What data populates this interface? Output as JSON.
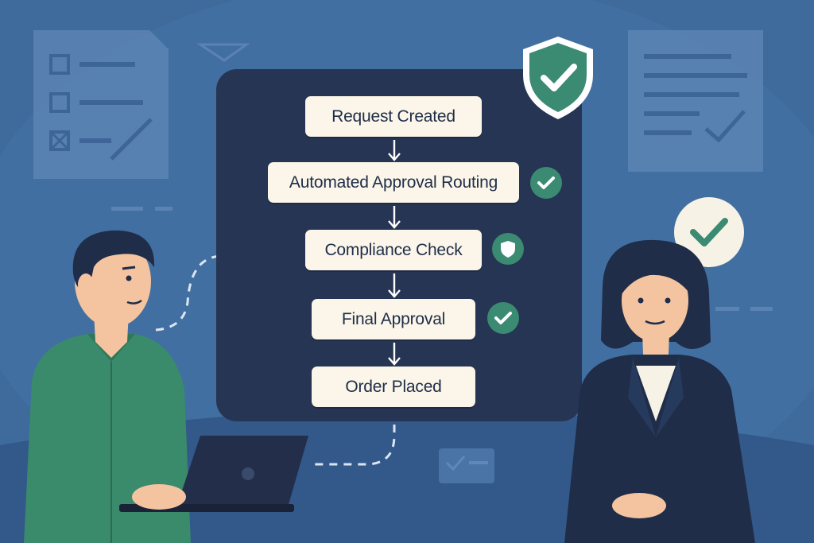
{
  "colors": {
    "background": "#3f6a9c",
    "panel": "#263553",
    "step_fill": "#fbf6e9",
    "step_text": "#1f2d48",
    "success_green": "#3b8a72"
  },
  "flow": {
    "steps": [
      {
        "label": "Request Created",
        "status_icon": ""
      },
      {
        "label": "Automated Approval Routing",
        "status_icon": "check-circle-icon"
      },
      {
        "label": "Compliance Check",
        "status_icon": "shield-icon"
      },
      {
        "label": "Final Approval",
        "status_icon": "check-circle-icon"
      },
      {
        "label": "Order Placed",
        "status_icon": ""
      }
    ]
  },
  "decor": {
    "left_document": "checklist-document-icon",
    "right_document": "lined-document-icon",
    "top_badge": "shield-check-icon",
    "speech_bubble": "check-bubble-icon",
    "left_person": "man-with-laptop",
    "right_person": "woman-in-blazer"
  }
}
